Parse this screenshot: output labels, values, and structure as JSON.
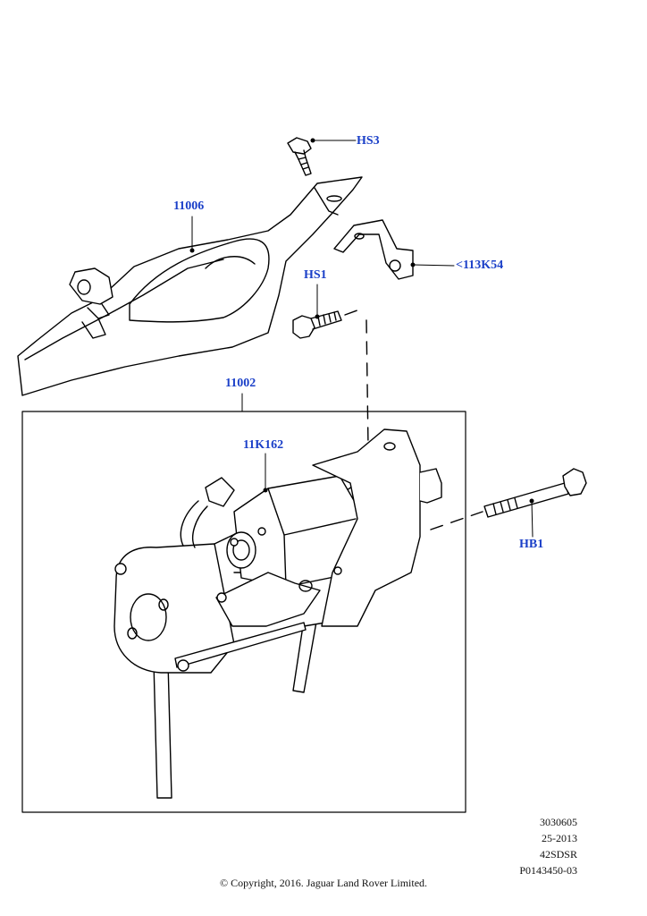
{
  "callouts": {
    "hs3": "HS3",
    "p11006": "11006",
    "k113": "<113K54",
    "hs1": "HS1",
    "p11002": "11002",
    "k162": "11K162",
    "hb1": "HB1"
  },
  "meta": {
    "line1": "3030605",
    "line2": "25-2013",
    "line3": "42SDSR",
    "line4": "P0143450-03"
  },
  "copyright": "© Copyright, 2016. Jaguar Land Rover Limited.",
  "colors": {
    "callout": "#1a3fc8",
    "line": "#000000"
  }
}
